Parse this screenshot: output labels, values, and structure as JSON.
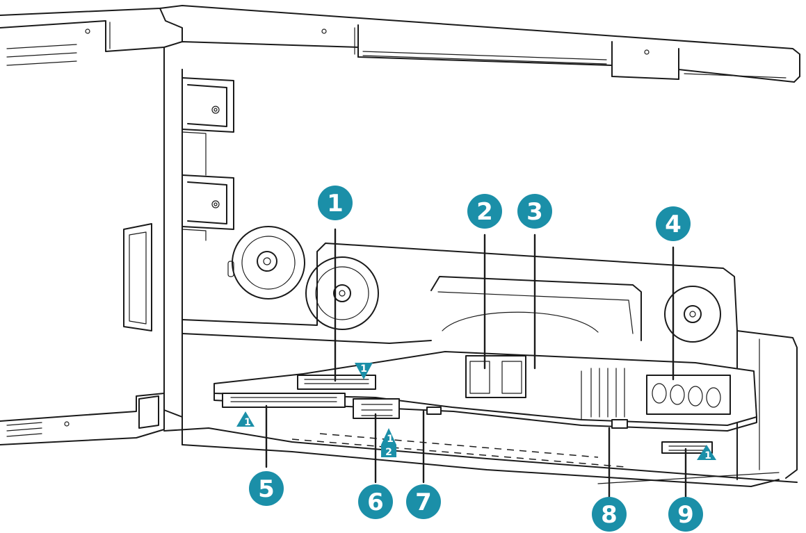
{
  "colors": {
    "accent": "#1b8fa8",
    "line": "#1a1a1a",
    "background": "#ffffff"
  },
  "callouts": [
    {
      "id": "1",
      "label": "1"
    },
    {
      "id": "2",
      "label": "2"
    },
    {
      "id": "3",
      "label": "3"
    },
    {
      "id": "4",
      "label": "4"
    },
    {
      "id": "5",
      "label": "5"
    },
    {
      "id": "6",
      "label": "6"
    },
    {
      "id": "7",
      "label": "7"
    },
    {
      "id": "8",
      "label": "8"
    },
    {
      "id": "9",
      "label": "9"
    }
  ],
  "pin_markers": [
    {
      "id": "connector-1-pin1",
      "label": "1"
    },
    {
      "id": "connector-5-pin1",
      "label": "1"
    },
    {
      "id": "connector-6-pin1",
      "label": "1"
    },
    {
      "id": "connector-6-pin2",
      "label": "2"
    },
    {
      "id": "connector-9-pin1",
      "label": "1"
    }
  ]
}
